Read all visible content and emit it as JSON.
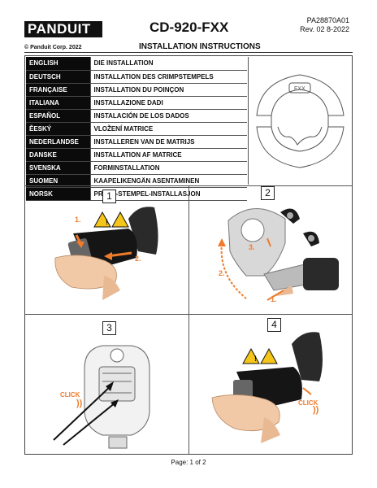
{
  "header": {
    "brand": "PANDUIT",
    "model": "CD-920-FXX",
    "part_number": "PA28870A01",
    "revision": "Rev. 02  8-2022",
    "copyright": "© Panduit Corp. 2022",
    "subtitle": "INSTALLATION INSTRUCTIONS"
  },
  "languages": [
    {
      "lang": "ENGLISH",
      "text": "DIE INSTALLATION"
    },
    {
      "lang": "DEUTSCH",
      "text": "INSTALLATION DES CRIMPSTEMPELS"
    },
    {
      "lang": "FRANÇAISE",
      "text": "INSTALLATION DU POINÇON"
    },
    {
      "lang": "ITALIANA",
      "text": "INSTALLAZIONE DADI"
    },
    {
      "lang": "ESPAÑOL",
      "text": "INSTALACIÓN DE LOS DADOS"
    },
    {
      "lang": "ĚESKÝ",
      "text": "VLOŽENÍ MATRICE"
    },
    {
      "lang": "NEDERLANDSE",
      "text": "INSTALLEREN VAN DE MATRIJS"
    },
    {
      "lang": "DANSKE",
      "text": "INSTALLATION AF MATRICE"
    },
    {
      "lang": "SVENSKA",
      "text": "FORMINSTALLATION"
    },
    {
      "lang": "SUOMEN",
      "text": "KAAPELIKENGÄN ASENTAMINEN"
    },
    {
      "lang": "NORSK",
      "text": "PRESS-STEMPEL-INSTALLASJON"
    }
  ],
  "die_label": "FXX",
  "steps": [
    {
      "number": "1",
      "labels": [
        "1.",
        "2."
      ]
    },
    {
      "number": "2",
      "labels": [
        "3.",
        "2.",
        "1."
      ]
    },
    {
      "number": "3",
      "labels": [
        "CLICK"
      ]
    },
    {
      "number": "4",
      "labels": [
        "CLICK"
      ]
    }
  ],
  "footer": "Page: 1 of 2",
  "colors": {
    "accent_orange": "#f07b2a",
    "warning_yellow": "#f5c518"
  }
}
